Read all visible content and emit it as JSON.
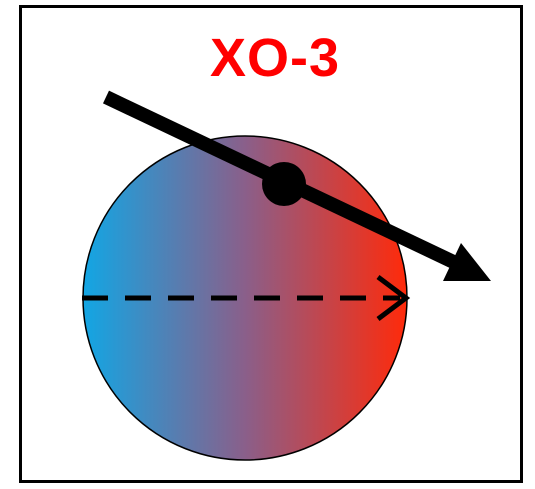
{
  "title": "XO-3",
  "colors": {
    "title": "#ff0000",
    "planet_left": "#12a6e4",
    "planet_mid": "#8a5f8a",
    "planet_right": "#ff2a0a",
    "ink": "#000000",
    "background": "#ffffff"
  },
  "icons": {
    "orbit_arrow": "solid-arrow",
    "rotation_axis": "dashed-arrow",
    "transiting_body": "filled-dot"
  }
}
